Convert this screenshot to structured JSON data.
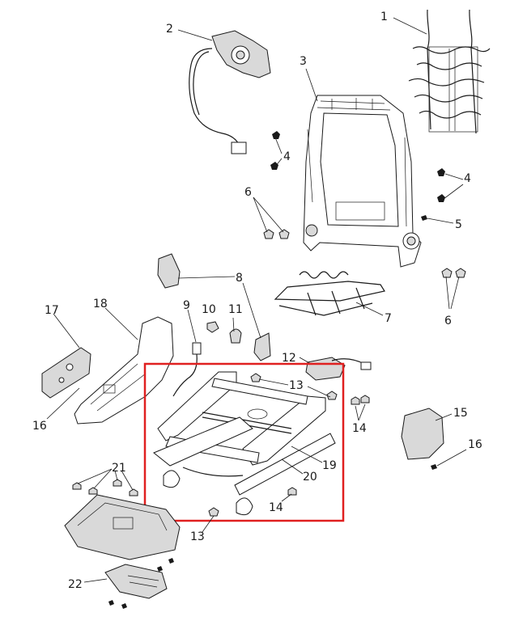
{
  "diagram": {
    "highlight_color": "#e02020",
    "callouts": {
      "c1": "1",
      "c2": "2",
      "c3": "3",
      "c4a": "4",
      "c4b": "4",
      "c5": "5",
      "c6a": "6",
      "c6b": "6",
      "c7": "7",
      "c8": "8",
      "c9": "9",
      "c10": "10",
      "c11": "11",
      "c12": "12",
      "c13a": "13",
      "c13b": "13",
      "c14a": "14",
      "c14b": "14",
      "c15": "15",
      "c16a": "16",
      "c16b": "16",
      "c17": "17",
      "c18": "18",
      "c19": "19",
      "c20": "20",
      "c21": "21",
      "c22": "22"
    }
  }
}
